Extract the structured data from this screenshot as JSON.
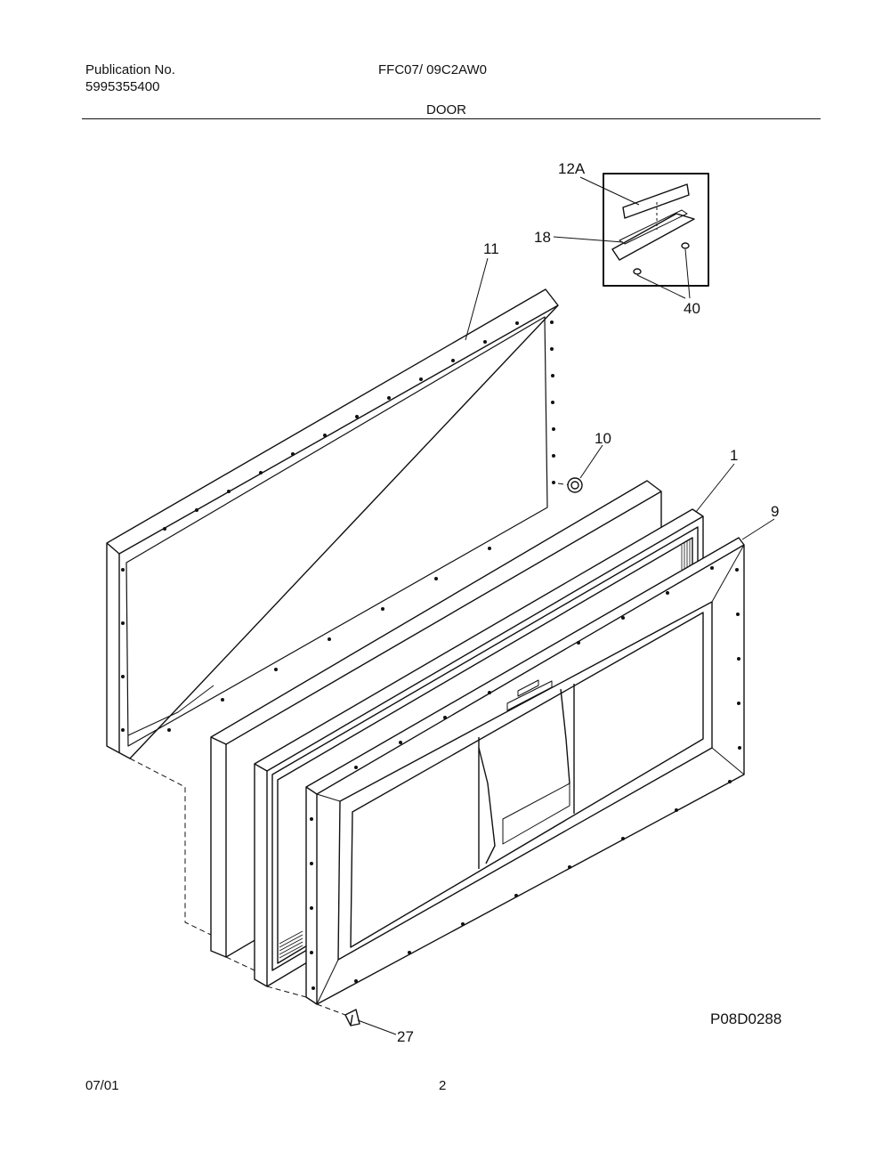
{
  "header": {
    "publication_label": "Publication No.",
    "publication_number": "5995355400",
    "model": "FFC07/ 09C2AW0",
    "section": "DOOR"
  },
  "diagram": {
    "callouts": {
      "p12a": "12A",
      "p18": "18",
      "p40": "40",
      "p11": "11",
      "p10": "10",
      "p1": "1",
      "p9": "9",
      "p27": "27"
    },
    "drawing_code": "P08D0288"
  },
  "footer": {
    "date": "07/01",
    "page": "2"
  }
}
